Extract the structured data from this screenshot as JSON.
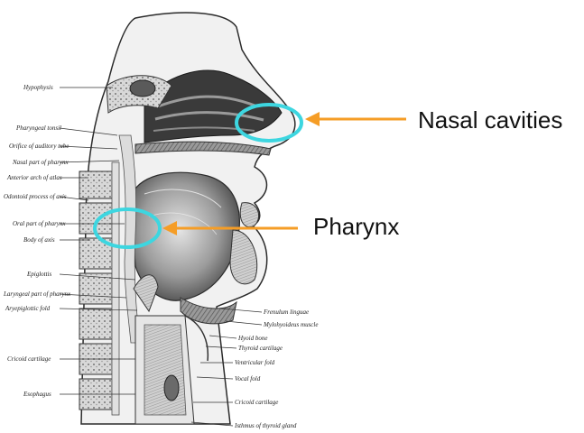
{
  "callouts": {
    "nasal_cavities": "Nasal cavities",
    "pharynx": "Pharynx"
  },
  "colors": {
    "highlight_circle": "#3dd6e0",
    "arrow": "#f59d26",
    "illustration_ink": "#2b2b2b"
  },
  "anatomy_labels": {
    "hypophysis": "Hypophysis",
    "pharyngeal_tonsil": "Pharyngeal tonsil",
    "orifice_auditory_tube": "Orifice of auditory tube",
    "nasal_part_pharynx": "Nasal part of pharynx",
    "anterior_arch_atlas": "Anterior arch of atlas",
    "odontoid_process": "Odontoid process of axis",
    "oral_part_pharynx": "Oral part of pharynx",
    "body_axis": "Body of axis",
    "epiglottis": "Epiglottis",
    "laryngeal_part_pharynx": "Laryngeal part of pharynx",
    "aryepiglottic_fold": "Aryepiglottic fold",
    "cricoid_cartilage_left": "Cricoid cartilage",
    "esophagus": "Esophagus",
    "frenulum_linguae": "Frenulum linguae",
    "mylohyoideus": "Mylohyoideus muscle",
    "hyoid_bone": "Hyoid bone",
    "thyroid_cartilage": "Thyroid cartilage",
    "ventricular_fold": "Ventricular fold",
    "vocal_fold": "Vocal fold",
    "cricoid_cartilage_right": "Cricoid cartilage",
    "isthmus_thyroid": "Isthmus of thyroid gland"
  }
}
